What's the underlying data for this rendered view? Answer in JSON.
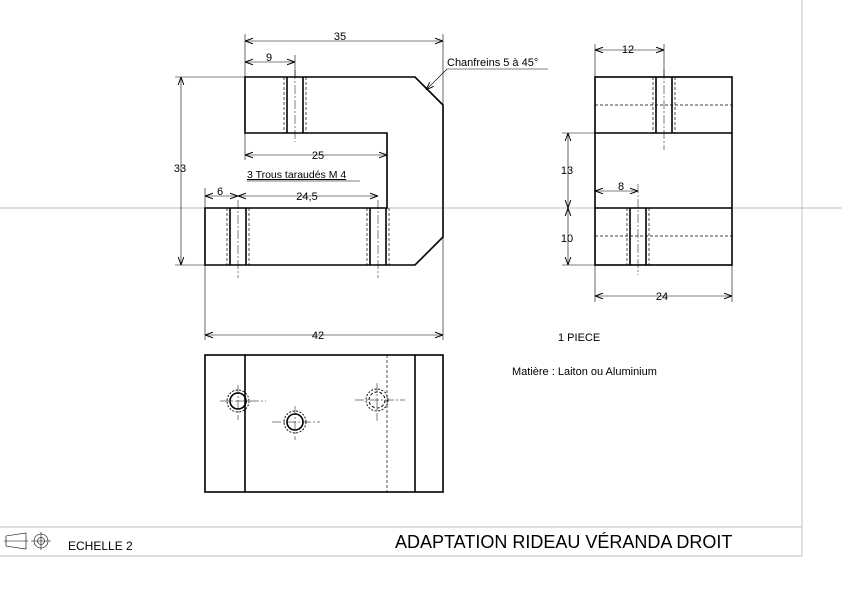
{
  "title": "ADAPTATION RIDEAU VÉRANDA DROIT",
  "scale": "ECHELLE 2",
  "quantity": "1 PIECE",
  "material": "Matière : Laiton ou Aluminium",
  "notes": {
    "chamfer": "Chanfreins 5 à 45°",
    "holes": "3 Trous taraudés M 4"
  },
  "dimensions": {
    "front_width_top": "35",
    "front_notch": "9",
    "front_height": "33",
    "front_inner": "25",
    "front_edge": "6",
    "front_hole_spacing": "24,5",
    "front_width_total": "42",
    "side_thickness": "12",
    "side_gap": "13",
    "side_hole_offset": "8",
    "side_base_height": "10",
    "side_width": "24"
  },
  "icons": {
    "projection_symbol": "first-angle-projection-icon"
  }
}
